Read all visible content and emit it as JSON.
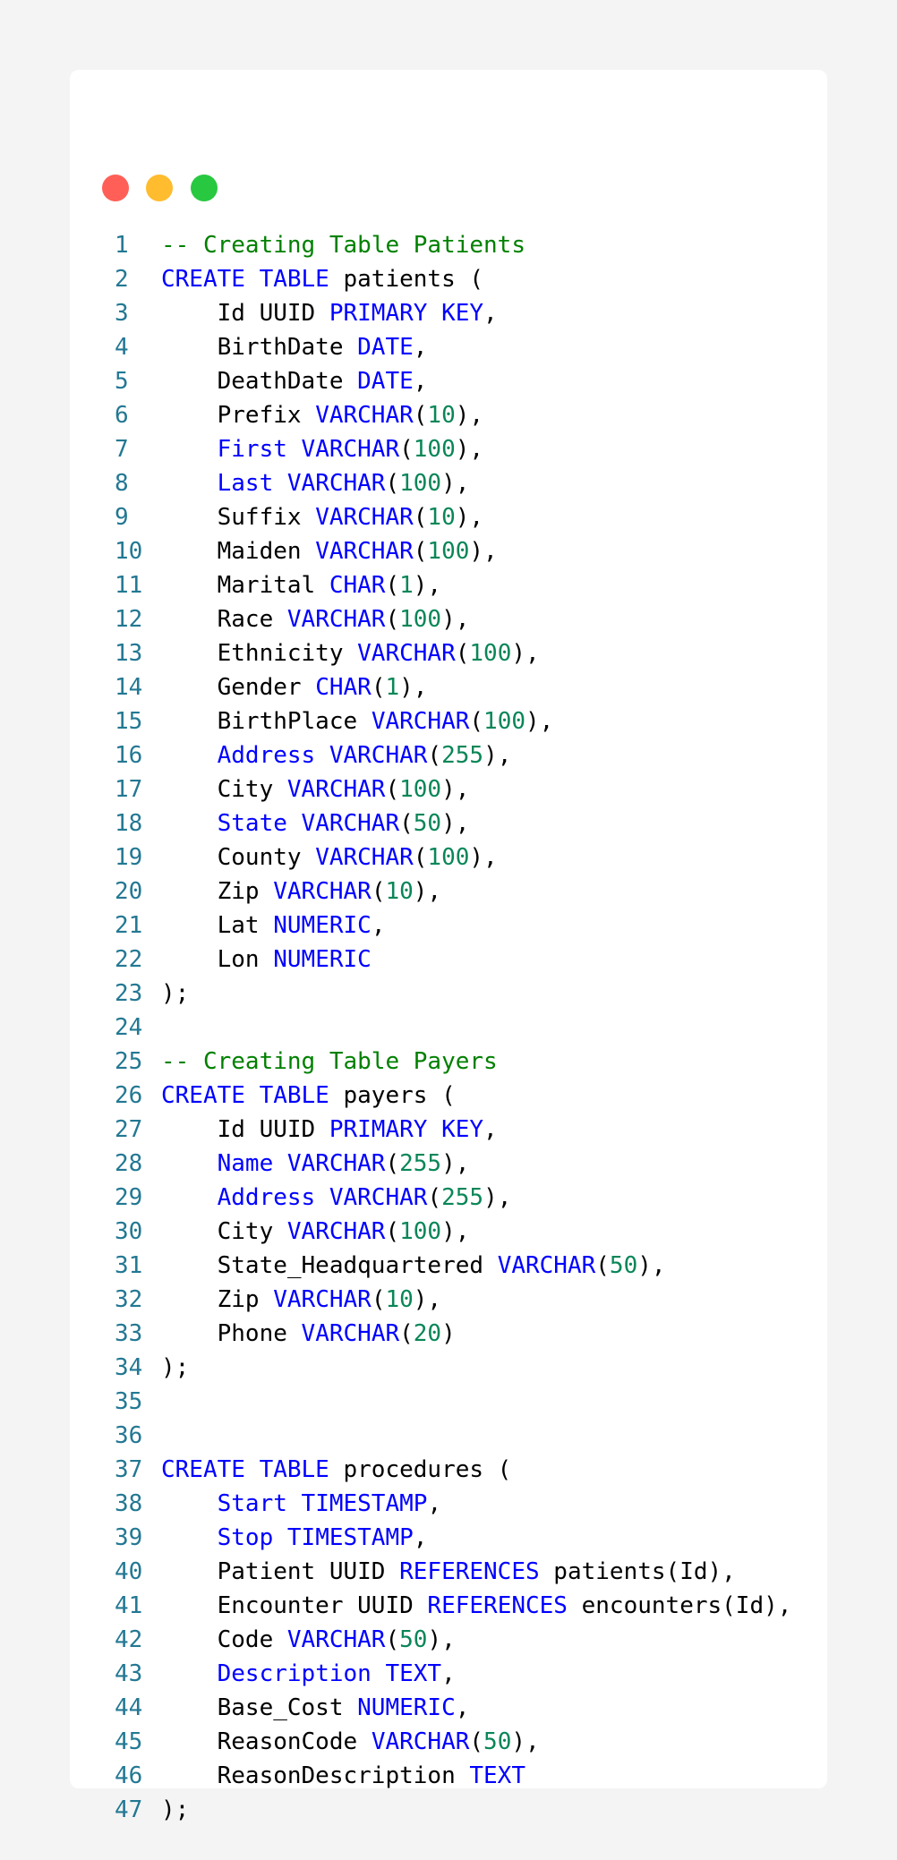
{
  "window": {
    "controls": [
      {
        "name": "close",
        "color": "#ff5f57"
      },
      {
        "name": "minimize",
        "color": "#febc2e"
      },
      {
        "name": "maximize",
        "color": "#28c840"
      }
    ]
  },
  "colors": {
    "keyword": "#0000ff",
    "comment": "#008000",
    "number": "#098658",
    "line_number": "#237893"
  },
  "code": {
    "lines": [
      [
        [
          "c",
          "-- Creating Table Patients"
        ]
      ],
      [
        [
          "k",
          "CREATE TABLE"
        ],
        [
          "p",
          " patients ("
        ]
      ],
      [
        [
          "p",
          "    Id UUID "
        ],
        [
          "k",
          "PRIMARY KEY"
        ],
        [
          "p",
          ","
        ]
      ],
      [
        [
          "p",
          "    BirthDate "
        ],
        [
          "k",
          "DATE"
        ],
        [
          "p",
          ","
        ]
      ],
      [
        [
          "p",
          "    DeathDate "
        ],
        [
          "k",
          "DATE"
        ],
        [
          "p",
          ","
        ]
      ],
      [
        [
          "p",
          "    Prefix "
        ],
        [
          "k",
          "VARCHAR"
        ],
        [
          "p",
          "("
        ],
        [
          "n",
          "10"
        ],
        [
          "p",
          "),"
        ]
      ],
      [
        [
          "p",
          "    "
        ],
        [
          "k",
          "First VARCHAR"
        ],
        [
          "p",
          "("
        ],
        [
          "n",
          "100"
        ],
        [
          "p",
          "),"
        ]
      ],
      [
        [
          "p",
          "    "
        ],
        [
          "k",
          "Last VARCHAR"
        ],
        [
          "p",
          "("
        ],
        [
          "n",
          "100"
        ],
        [
          "p",
          "),"
        ]
      ],
      [
        [
          "p",
          "    Suffix "
        ],
        [
          "k",
          "VARCHAR"
        ],
        [
          "p",
          "("
        ],
        [
          "n",
          "10"
        ],
        [
          "p",
          "),"
        ]
      ],
      [
        [
          "p",
          "    Maiden "
        ],
        [
          "k",
          "VARCHAR"
        ],
        [
          "p",
          "("
        ],
        [
          "n",
          "100"
        ],
        [
          "p",
          "),"
        ]
      ],
      [
        [
          "p",
          "    Marital "
        ],
        [
          "k",
          "CHAR"
        ],
        [
          "p",
          "("
        ],
        [
          "n",
          "1"
        ],
        [
          "p",
          "),"
        ]
      ],
      [
        [
          "p",
          "    Race "
        ],
        [
          "k",
          "VARCHAR"
        ],
        [
          "p",
          "("
        ],
        [
          "n",
          "100"
        ],
        [
          "p",
          "),"
        ]
      ],
      [
        [
          "p",
          "    Ethnicity "
        ],
        [
          "k",
          "VARCHAR"
        ],
        [
          "p",
          "("
        ],
        [
          "n",
          "100"
        ],
        [
          "p",
          "),"
        ]
      ],
      [
        [
          "p",
          "    Gender "
        ],
        [
          "k",
          "CHAR"
        ],
        [
          "p",
          "("
        ],
        [
          "n",
          "1"
        ],
        [
          "p",
          "),"
        ]
      ],
      [
        [
          "p",
          "    BirthPlace "
        ],
        [
          "k",
          "VARCHAR"
        ],
        [
          "p",
          "("
        ],
        [
          "n",
          "100"
        ],
        [
          "p",
          "),"
        ]
      ],
      [
        [
          "p",
          "    "
        ],
        [
          "k",
          "Address VARCHAR"
        ],
        [
          "p",
          "("
        ],
        [
          "n",
          "255"
        ],
        [
          "p",
          "),"
        ]
      ],
      [
        [
          "p",
          "    City "
        ],
        [
          "k",
          "VARCHAR"
        ],
        [
          "p",
          "("
        ],
        [
          "n",
          "100"
        ],
        [
          "p",
          "),"
        ]
      ],
      [
        [
          "p",
          "    "
        ],
        [
          "k",
          "State VARCHAR"
        ],
        [
          "p",
          "("
        ],
        [
          "n",
          "50"
        ],
        [
          "p",
          "),"
        ]
      ],
      [
        [
          "p",
          "    County "
        ],
        [
          "k",
          "VARCHAR"
        ],
        [
          "p",
          "("
        ],
        [
          "n",
          "100"
        ],
        [
          "p",
          "),"
        ]
      ],
      [
        [
          "p",
          "    Zip "
        ],
        [
          "k",
          "VARCHAR"
        ],
        [
          "p",
          "("
        ],
        [
          "n",
          "10"
        ],
        [
          "p",
          "),"
        ]
      ],
      [
        [
          "p",
          "    Lat "
        ],
        [
          "k",
          "NUMERIC"
        ],
        [
          "p",
          ","
        ]
      ],
      [
        [
          "p",
          "    Lon "
        ],
        [
          "k",
          "NUMERIC"
        ]
      ],
      [
        [
          "p",
          ");"
        ]
      ],
      [],
      [
        [
          "c",
          "-- Creating Table Payers"
        ]
      ],
      [
        [
          "k",
          "CREATE TABLE"
        ],
        [
          "p",
          " payers ("
        ]
      ],
      [
        [
          "p",
          "    Id UUID "
        ],
        [
          "k",
          "PRIMARY KEY"
        ],
        [
          "p",
          ","
        ]
      ],
      [
        [
          "p",
          "    "
        ],
        [
          "k",
          "Name VARCHAR"
        ],
        [
          "p",
          "("
        ],
        [
          "n",
          "255"
        ],
        [
          "p",
          "),"
        ]
      ],
      [
        [
          "p",
          "    "
        ],
        [
          "k",
          "Address VARCHAR"
        ],
        [
          "p",
          "("
        ],
        [
          "n",
          "255"
        ],
        [
          "p",
          "),"
        ]
      ],
      [
        [
          "p",
          "    City "
        ],
        [
          "k",
          "VARCHAR"
        ],
        [
          "p",
          "("
        ],
        [
          "n",
          "100"
        ],
        [
          "p",
          "),"
        ]
      ],
      [
        [
          "p",
          "    State_Headquartered "
        ],
        [
          "k",
          "VARCHAR"
        ],
        [
          "p",
          "("
        ],
        [
          "n",
          "50"
        ],
        [
          "p",
          "),"
        ]
      ],
      [
        [
          "p",
          "    Zip "
        ],
        [
          "k",
          "VARCHAR"
        ],
        [
          "p",
          "("
        ],
        [
          "n",
          "10"
        ],
        [
          "p",
          "),"
        ]
      ],
      [
        [
          "p",
          "    Phone "
        ],
        [
          "k",
          "VARCHAR"
        ],
        [
          "p",
          "("
        ],
        [
          "n",
          "20"
        ],
        [
          "p",
          ")"
        ]
      ],
      [
        [
          "p",
          ");"
        ]
      ],
      [],
      [],
      [
        [
          "k",
          "CREATE TABLE"
        ],
        [
          "p",
          " procedures ("
        ]
      ],
      [
        [
          "p",
          "    "
        ],
        [
          "k",
          "Start TIMESTAMP"
        ],
        [
          "p",
          ","
        ]
      ],
      [
        [
          "p",
          "    "
        ],
        [
          "k",
          "Stop TIMESTAMP"
        ],
        [
          "p",
          ","
        ]
      ],
      [
        [
          "p",
          "    Patient UUID "
        ],
        [
          "k",
          "REFERENCES"
        ],
        [
          "p",
          " patients(Id),"
        ]
      ],
      [
        [
          "p",
          "    Encounter UUID "
        ],
        [
          "k",
          "REFERENCES"
        ],
        [
          "p",
          " encounters(Id),"
        ]
      ],
      [
        [
          "p",
          "    Code "
        ],
        [
          "k",
          "VARCHAR"
        ],
        [
          "p",
          "("
        ],
        [
          "n",
          "50"
        ],
        [
          "p",
          "),"
        ]
      ],
      [
        [
          "p",
          "    "
        ],
        [
          "k",
          "Description TEXT"
        ],
        [
          "p",
          ","
        ]
      ],
      [
        [
          "p",
          "    Base_Cost "
        ],
        [
          "k",
          "NUMERIC"
        ],
        [
          "p",
          ","
        ]
      ],
      [
        [
          "p",
          "    ReasonCode "
        ],
        [
          "k",
          "VARCHAR"
        ],
        [
          "p",
          "("
        ],
        [
          "n",
          "50"
        ],
        [
          "p",
          "),"
        ]
      ],
      [
        [
          "p",
          "    ReasonDescription "
        ],
        [
          "k",
          "TEXT"
        ]
      ],
      [
        [
          "p",
          ");"
        ]
      ]
    ]
  }
}
